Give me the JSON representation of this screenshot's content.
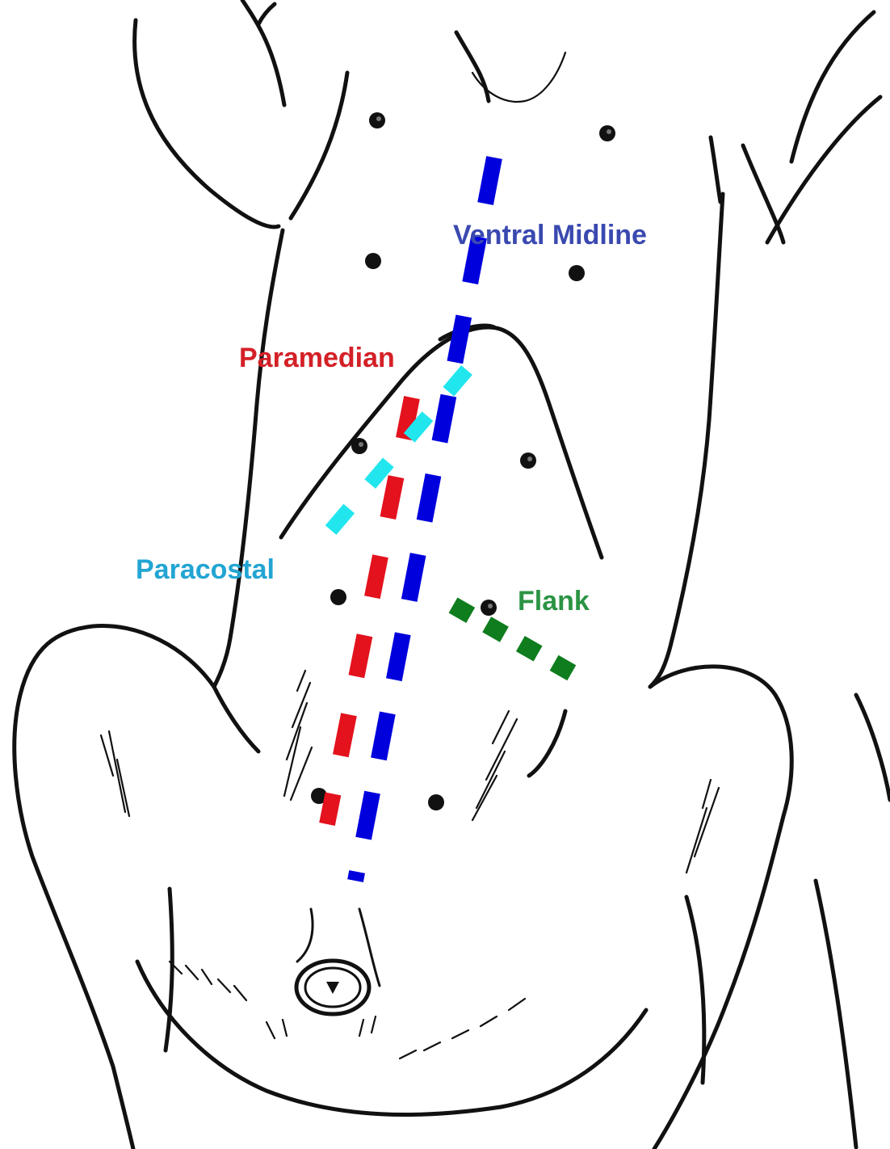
{
  "incisions": [
    {
      "id": "ventral-midline",
      "label": "Ventral Midline",
      "color": "#0000dd",
      "label_color": "#3a49b0",
      "dash_style": "long-dash"
    },
    {
      "id": "paramedian",
      "label": "Paramedian",
      "color": "#e3121d",
      "label_color": "#d42027",
      "dash_style": "long-dash"
    },
    {
      "id": "paracostal",
      "label": "Paracostal",
      "color": "#22e6ee",
      "label_color": "#22a5d3",
      "dash_style": "long-dash"
    },
    {
      "id": "flank",
      "label": "Flank",
      "color": "#0f7d1e",
      "label_color": "#2b9444",
      "dash_style": "short-dash"
    }
  ],
  "illustration": {
    "subject": "ventral view of dog abdomen (line drawing)",
    "stroke_color": "#111111",
    "background": "#ffffff"
  }
}
